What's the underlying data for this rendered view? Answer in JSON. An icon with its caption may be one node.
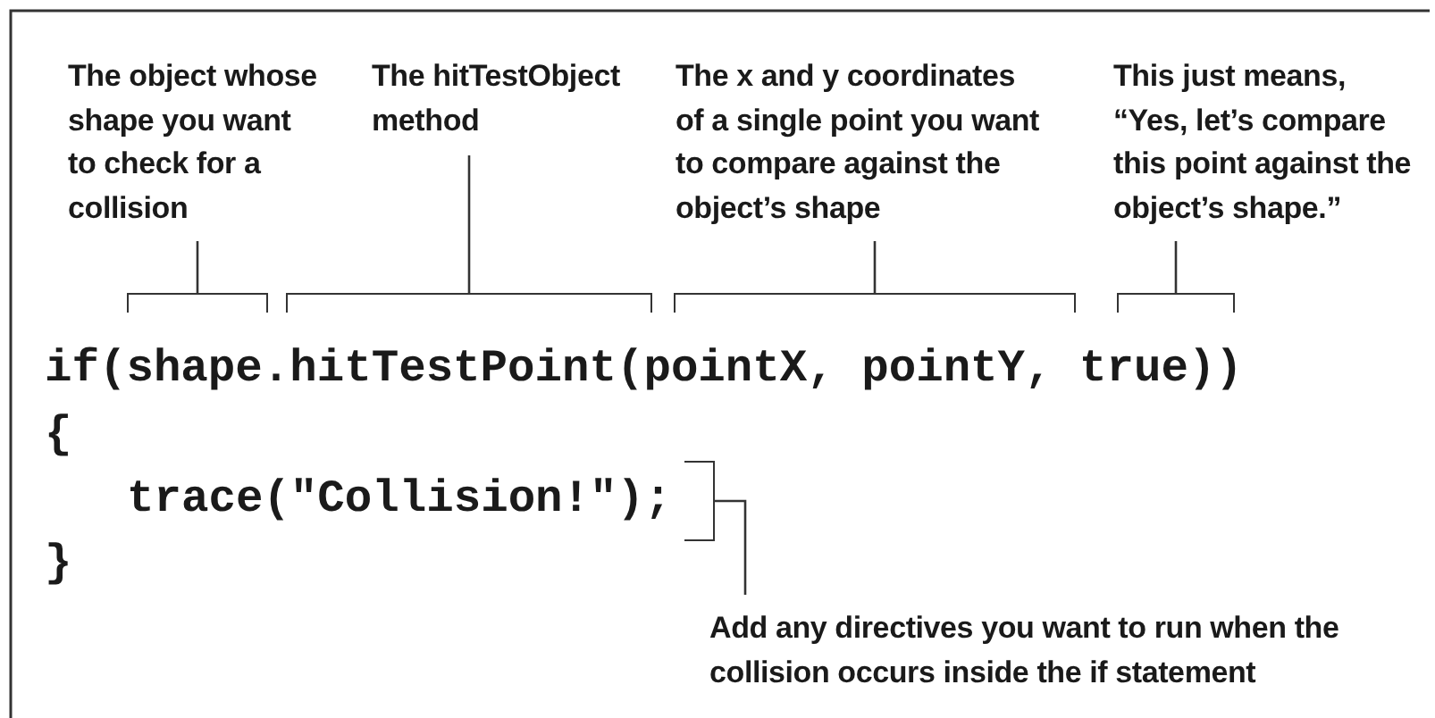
{
  "diagram": {
    "nodes": [
      {
        "text": [
          "The object whose shape you want to check for a collision"
        ]
      },
      {
        "text": [
          "The hitTestObject method"
        ]
      },
      {
        "text": [
          "The x and y coordinates of a single point you want to compare against the object’s shape"
        ]
      },
      {
        "text": [
          "This just means, “Yes, let’s compare this point against the object’s shape.”"
        ]
      },
      {
        "text": [
          "Add any directives you want to run when the collision occurs inside the if statement"
        ]
      },
      {
        "text": [],
        "shape": "bracket"
      },
      {
        "text": [],
        "shape": "bracket"
      },
      {
        "text": [],
        "shape": "bracket"
      },
      {
        "text": [],
        "shape": "bracket"
      },
      {
        "text": [],
        "shape": "bracket"
      }
    ],
    "edges": [
      {
        "from": 0,
        "to": 5,
        "arrow": "none"
      },
      {
        "from": 1,
        "to": 6,
        "arrow": "none"
      },
      {
        "from": 2,
        "to": 7,
        "arrow": "none"
      },
      {
        "from": 3,
        "to": 8,
        "arrow": "none"
      },
      {
        "from": 4,
        "to": 9,
        "arrow": "none"
      }
    ],
    "labels": [
      "if(shape.hitTestPoint(pointX, pointY, true))",
      "{",
      "trace(\"Collision!\");",
      "}"
    ]
  }
}
